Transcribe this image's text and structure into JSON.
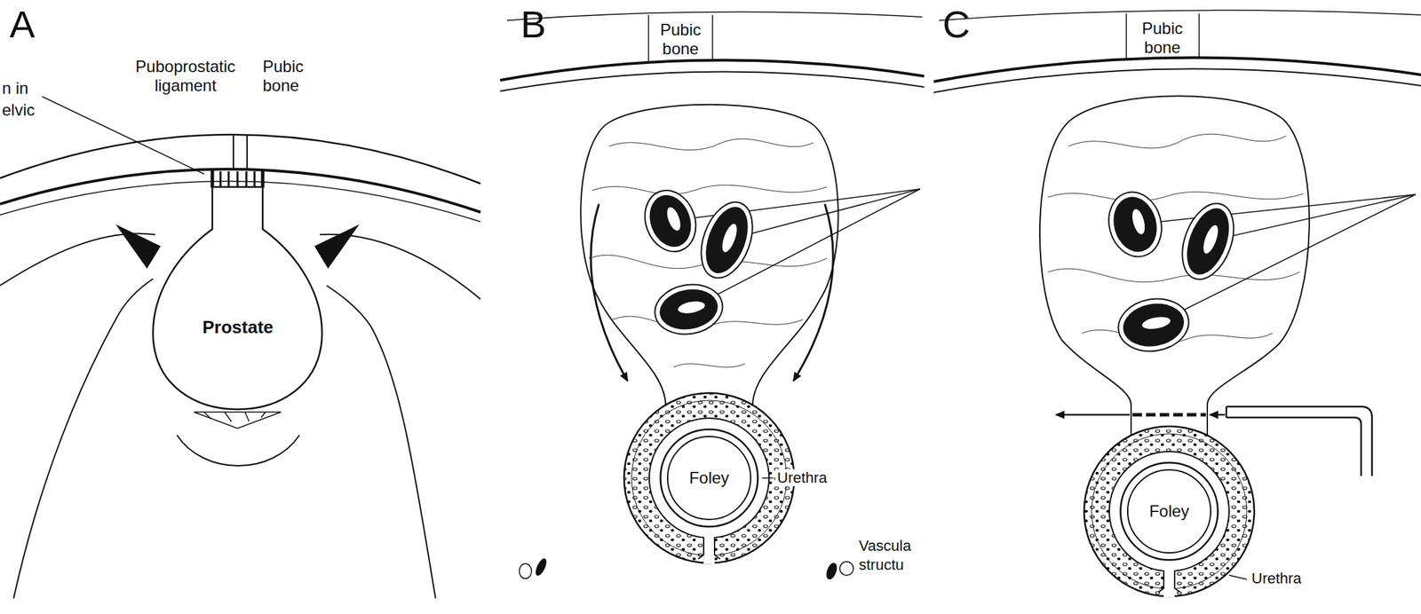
{
  "diagram": {
    "nodes": [
      {
        "text": [
          "Prostate"
        ]
      },
      {
        "text": [
          "Foley"
        ]
      },
      {
        "text": [
          "Foley"
        ]
      }
    ],
    "labels": [
      "A",
      "n in",
      "elvic",
      "Puboprostatic ligament",
      "Pubic bone",
      "B",
      "Pubic bone",
      "Urethra",
      "Vascula",
      "structu",
      "C",
      "Pubic bone",
      "Urethra"
    ]
  }
}
